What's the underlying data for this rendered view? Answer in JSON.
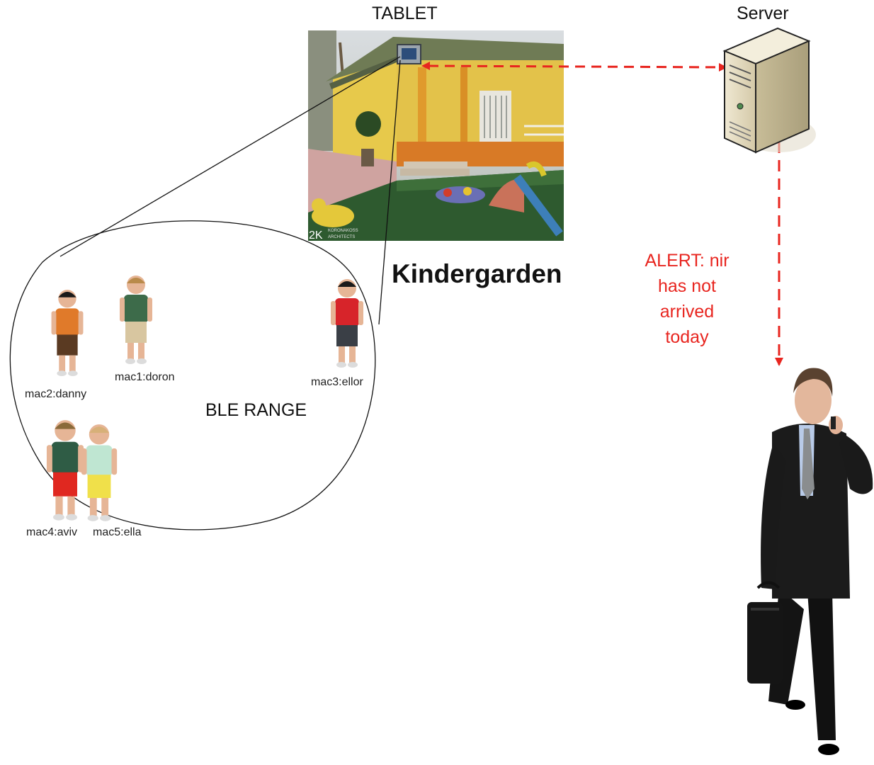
{
  "tablet_label": "TABLET",
  "server_label": "Server",
  "location_label": "Kindergarden",
  "range_label": "BLE RANGE",
  "alert_lines": [
    "ALERT: nir",
    "has not",
    "arrived",
    "today"
  ],
  "children": [
    {
      "id": "mac2",
      "label": "mac2:danny"
    },
    {
      "id": "mac1",
      "label": "mac1:doron"
    },
    {
      "id": "mac3",
      "label": "mac3:ellor"
    },
    {
      "id": "mac4",
      "label": "mac4:aviv"
    },
    {
      "id": "mac5",
      "label": "mac5:ella"
    }
  ],
  "watermark": {
    "mark": "2K",
    "line1": "KORONAKOSS",
    "line2": "ARCHITECTS"
  },
  "colors": {
    "alert": "#e8251f",
    "arrow": "#e8251f",
    "outline": "#111111"
  },
  "icons": {
    "server": "server-tower-icon",
    "tablet": "tablet-icon",
    "parent": "parent-figure",
    "child": "child-figure"
  }
}
